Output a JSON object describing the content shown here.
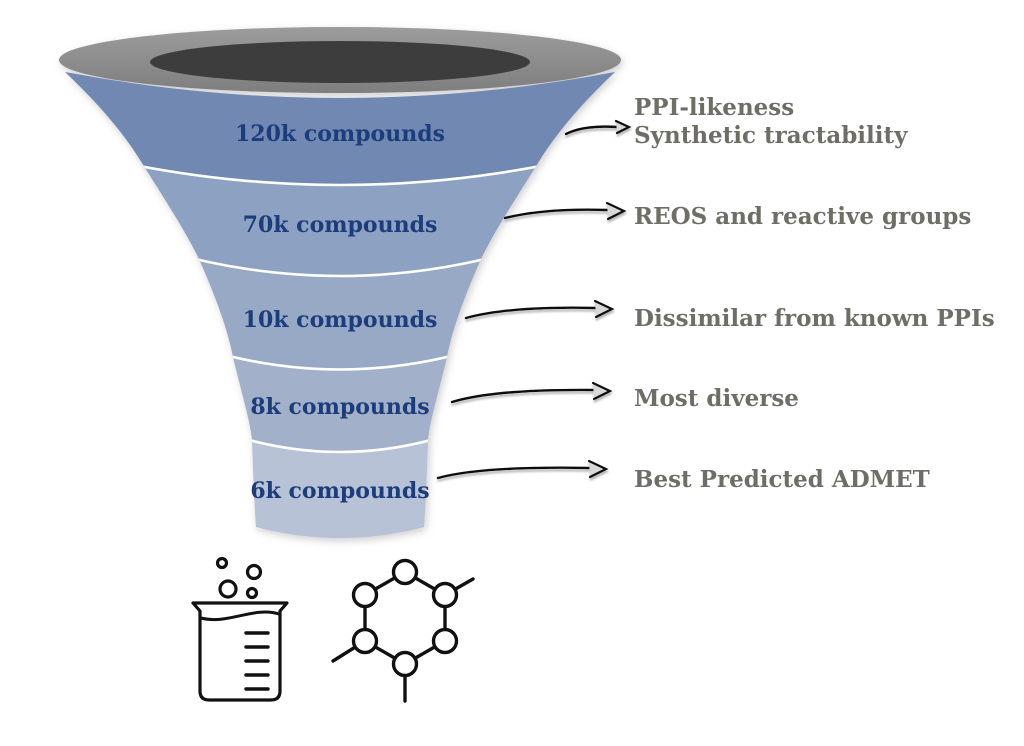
{
  "diagram": {
    "kind": "compound-screening-funnel"
  },
  "funnel": {
    "stages": [
      {
        "count": "120k compounds",
        "criteria": [
          "PPI-likeness",
          "Synthetic tractability"
        ],
        "color": "#6f88b2"
      },
      {
        "count": "70k compounds",
        "criteria": [
          "REOS and reactive groups"
        ],
        "color": "#8da2c2"
      },
      {
        "count": "10k compounds",
        "criteria": [
          "Dissimilar from known PPIs"
        ],
        "color": "#97a9c4"
      },
      {
        "count": "8k compounds",
        "criteria": [
          "Most diverse"
        ],
        "color": "#a2b1c9"
      },
      {
        "count": "6k compounds",
        "criteria": [
          "Best Predicted ADMET"
        ],
        "color": "#b7c2d6"
      }
    ]
  },
  "colors": {
    "count_text": "#1c3c7c",
    "annotation_text": "#6e6e66",
    "rim_inner": "#3e3e3e",
    "arrow": "#111111",
    "background": "#ffffff"
  },
  "icons": {
    "left": "beaker-icon",
    "right": "molecule-icon"
  }
}
